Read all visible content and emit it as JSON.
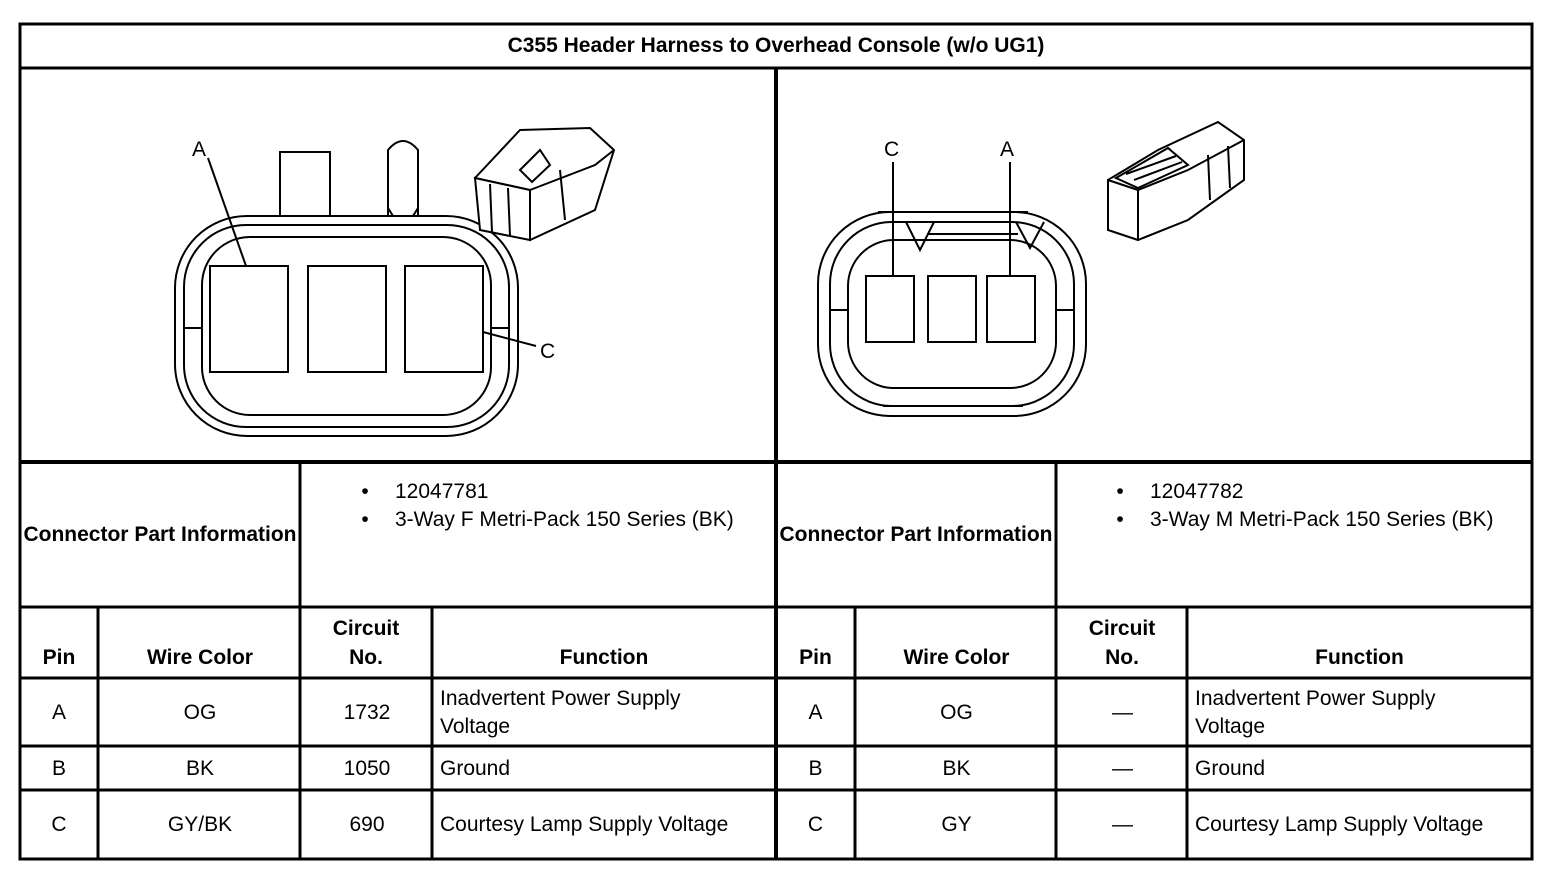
{
  "title": "C355 Header Harness to Overhead Console (w/o UG1)",
  "left": {
    "pin_labels": {
      "a": "A",
      "c": "C"
    },
    "connector_label": "Connector Part Information",
    "part_info": [
      "12047781",
      "3-Way F Metri-Pack 150 Series (BK)"
    ],
    "columns": [
      "Pin",
      "Wire Color",
      "Circuit No.",
      "Function"
    ],
    "rows": [
      {
        "pin": "A",
        "wire": "OG",
        "circuit": "1732",
        "function": "Inadvertent Power Supply Voltage"
      },
      {
        "pin": "B",
        "wire": "BK",
        "circuit": "1050",
        "function": "Ground"
      },
      {
        "pin": "C",
        "wire": "GY/BK",
        "circuit": "690",
        "function": "Courtesy Lamp Supply Voltage"
      }
    ]
  },
  "right": {
    "pin_labels": {
      "a": "A",
      "c": "C"
    },
    "connector_label": "Connector Part Information",
    "part_info": [
      "12047782",
      "3-Way M Metri-Pack 150 Series (BK)"
    ],
    "columns": [
      "Pin",
      "Wire Color",
      "Circuit No.",
      "Function"
    ],
    "rows": [
      {
        "pin": "A",
        "wire": "OG",
        "circuit": "—",
        "function": "Inadvertent Power Supply Voltage"
      },
      {
        "pin": "B",
        "wire": "BK",
        "circuit": "—",
        "function": "Ground"
      },
      {
        "pin": "C",
        "wire": "GY",
        "circuit": "—",
        "function": "Courtesy Lamp Supply Voltage"
      }
    ]
  }
}
